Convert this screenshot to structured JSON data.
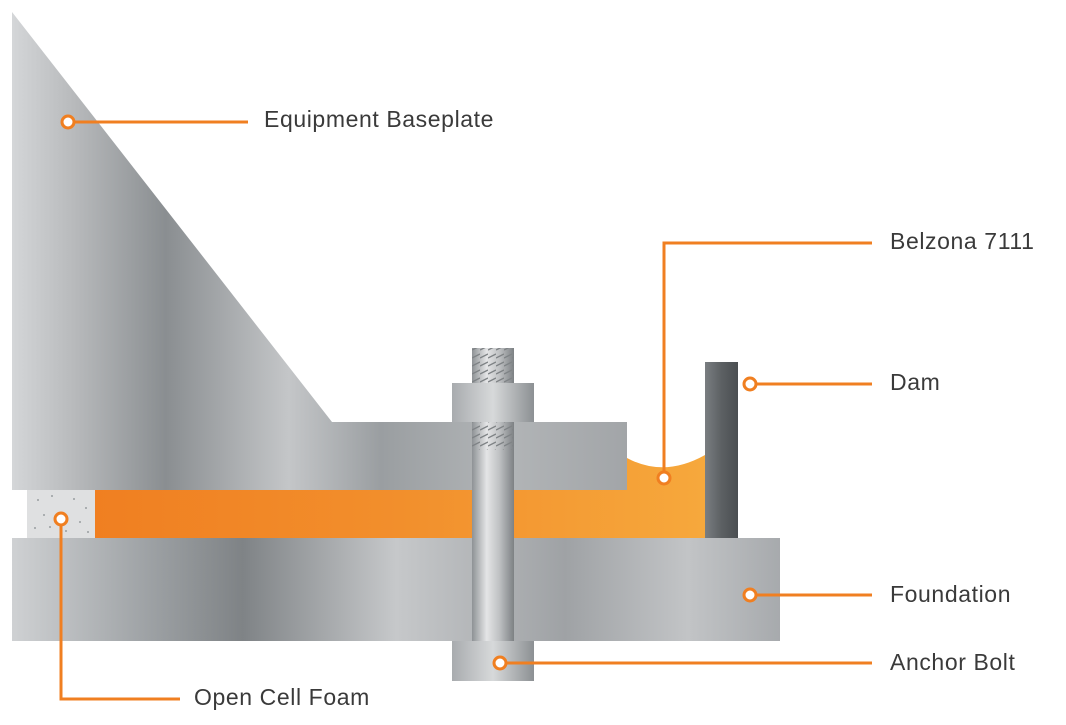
{
  "labels": {
    "equipment_baseplate": "Equipment Baseplate",
    "belzona": "Belzona 7111",
    "dam": "Dam",
    "foundation": "Foundation",
    "anchor_bolt": "Anchor Bolt",
    "open_cell_foam": "Open Cell Foam"
  },
  "colors": {
    "accent": "#f07f21",
    "grout_light": "#f6a33a",
    "steel_light": "#c9cbcd",
    "steel_dark": "#7e8386",
    "dam": "#5f6366",
    "label_text": "#3a3a3a"
  }
}
